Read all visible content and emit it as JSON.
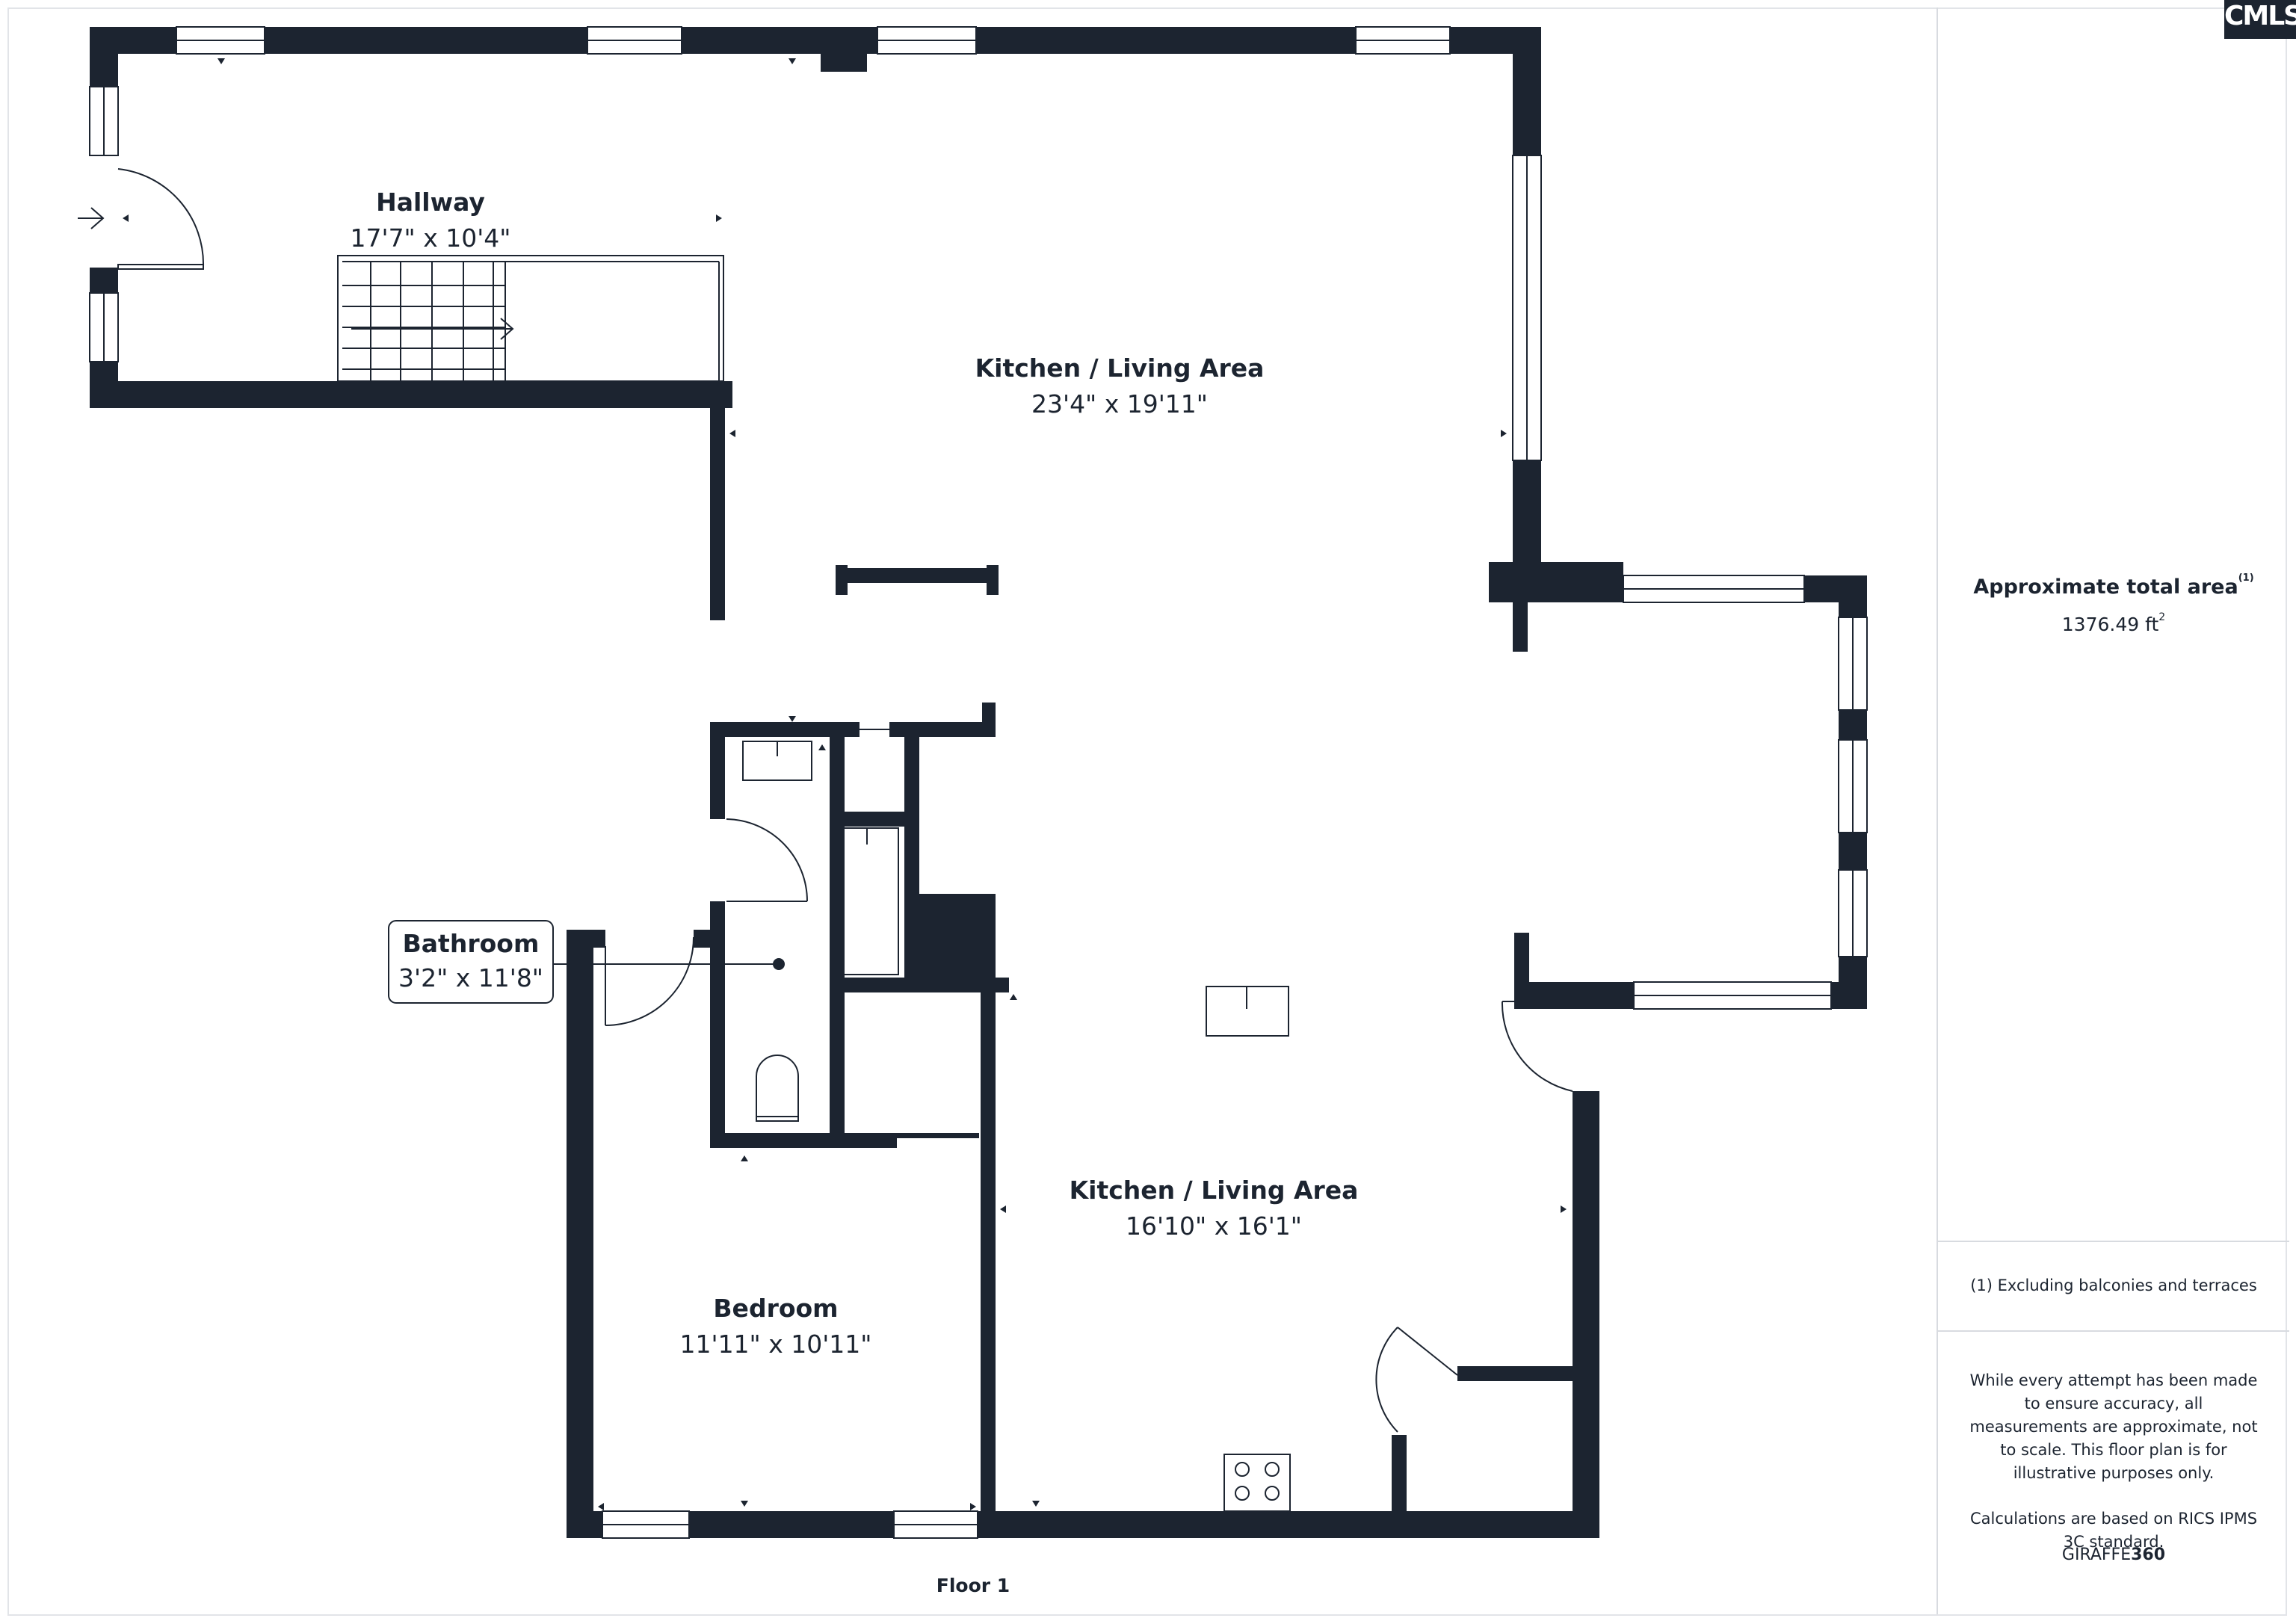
{
  "rooms": {
    "hallway": {
      "name": "Hallway",
      "dims": "17'7\" x 10'4\""
    },
    "kitchen_upper": {
      "name": "Kitchen / Living Area",
      "dims": "23'4\" x 19'11\""
    },
    "bathroom": {
      "name": "Bathroom",
      "dims": "3'2\" x 11'8\""
    },
    "kitchen_lower": {
      "name": "Kitchen / Living Area",
      "dims": "16'10\" x 16'1\""
    },
    "bedroom": {
      "name": "Bedroom",
      "dims": "11'11\" x 10'11\""
    }
  },
  "floor_label": "Floor 1",
  "sidebar": {
    "area_title": "Approximate total area",
    "area_footnote_mark": "(1)",
    "area_value": "1376.49 ft",
    "area_unit_sup": "2",
    "footnote": "(1) Excluding balconies and terraces",
    "disclaimer": "While every attempt has been made to ensure accuracy, all measurements are approximate, not to scale. This floor plan is for illustrative purposes only.",
    "calculations": "Calculations are based on RICS IPMS 3C standard.",
    "brand_prefix": "GIRAFFE",
    "brand_suffix": "360"
  },
  "logo": {
    "text": "CMLS"
  },
  "colors": {
    "wall": "#1c2430",
    "background": "#ffffff",
    "divider": "#d8dbe0"
  }
}
